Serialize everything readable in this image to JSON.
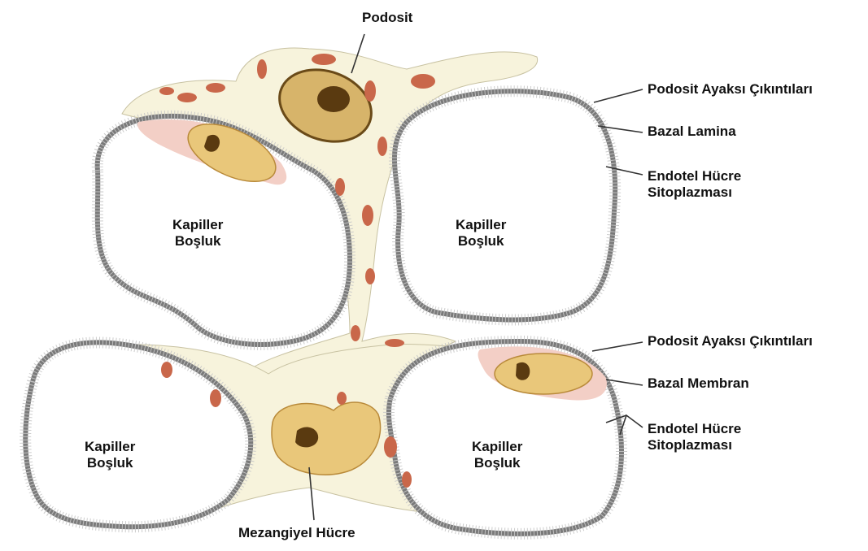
{
  "labels": {
    "podocyte": "Podosit",
    "right_top_foot_processes": "Podosit Ayaksı Çıkıntıları",
    "right_top_basal_lamina": "Bazal Lamina",
    "right_top_endothel_line1": "Endotel Hücre",
    "right_top_endothel_line2": "Sitoplazması",
    "lumen_top_left_line1": "Kapiller",
    "lumen_top_left_line2": "Boşluk",
    "lumen_top_right_line1": "Kapiller",
    "lumen_top_right_line2": "Boşluk",
    "lumen_bottom_left_line1": "Kapiller",
    "lumen_bottom_left_line2": "Boşluk",
    "lumen_bottom_right_line1": "Kapiller",
    "lumen_bottom_right_line2": "Boşluk",
    "right_bottom_foot_processes": "Podosit Ayaksı Çıkıntıları",
    "right_bottom_basal_membrane": "Bazal Membran",
    "right_bottom_endothel_line1": "Endotel Hücre",
    "right_bottom_endothel_line2": "Sitoplazması",
    "mesangial": "Mezangiyel Hücre"
  },
  "colors": {
    "cytoplasm": "#f7f3dc",
    "nucleus": "#e9c77a",
    "nucleus_dark": "#5a3a10",
    "organelle": "#c9674a",
    "basement": "#8c8c8c",
    "endothel_pink": "#f3cfc6",
    "leader_line": "#333333"
  }
}
